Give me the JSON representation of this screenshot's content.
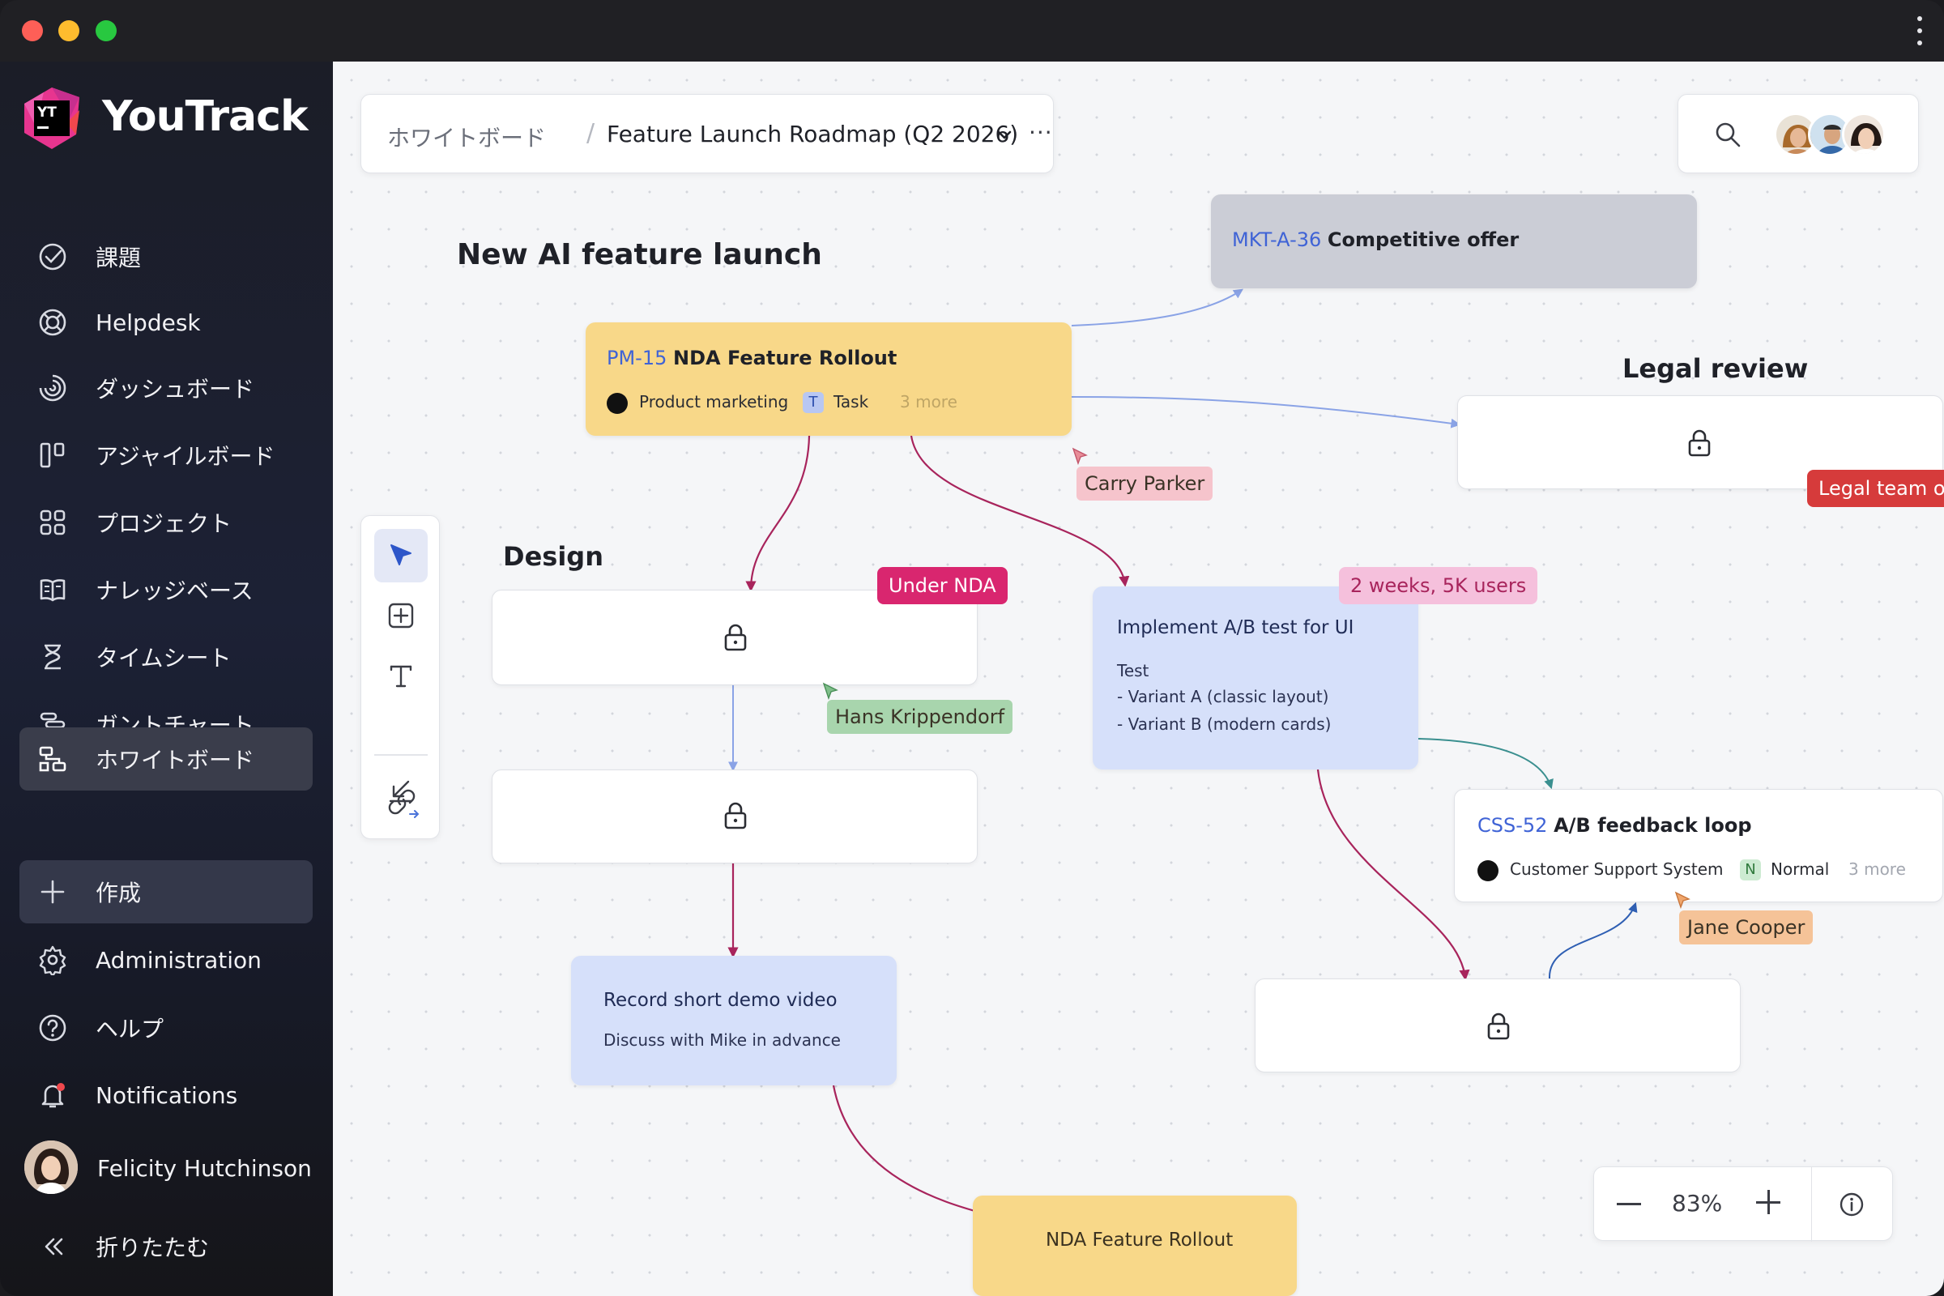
{
  "app": {
    "name": "YouTrack",
    "logo_text": "YT"
  },
  "sidebar": {
    "items": [
      {
        "label": "課題"
      },
      {
        "label": "Helpdesk"
      },
      {
        "label": "ダッシュボード"
      },
      {
        "label": "アジャイルボード"
      },
      {
        "label": "プロジェクト"
      },
      {
        "label": "ナレッジベース"
      },
      {
        "label": "タイムシート"
      },
      {
        "label": "ガントチャート"
      },
      {
        "label": "ホワイトボード"
      }
    ],
    "active_index": 8,
    "create_label": "作成",
    "administration_label": "Administration",
    "help_label": "ヘルプ",
    "notifications_label": "Notifications",
    "user_name": "Felicity Hutchinson",
    "collapse_label": "折りたたむ"
  },
  "header": {
    "breadcrumb_root": "ホワイトボード",
    "separator": "/",
    "board_title": "Feature Launch Roadmap (Q2 2026)",
    "more": "···"
  },
  "board": {
    "headings": {
      "main": "New AI feature launch",
      "design": "Design",
      "legal": "Legal review"
    },
    "cards": {
      "mkt": {
        "id": "MKT-A-36",
        "title": "Competitive offer"
      },
      "pm": {
        "id": "PM-15",
        "title": "NDA Feature Rollout",
        "project": "Product marketing",
        "type_letter": "T",
        "type": "Task",
        "more": "3 more"
      },
      "ab": {
        "title": "Implement A/B test for UI",
        "line1": "Test",
        "line2": "- Variant A (classic layout)",
        "line3": "- Variant B (modern cards)"
      },
      "css": {
        "id": "CSS-52",
        "title": "A/B feedback loop",
        "project": "Customer Support System",
        "priority_letter": "N",
        "priority": "Normal",
        "more": "3 more"
      },
      "demo": {
        "title": "Record short demo video",
        "note": "Discuss with Mike in advance"
      },
      "nda": {
        "title": "NDA Feature Rollout"
      }
    },
    "tags": {
      "under_nda": "Under NDA",
      "weeks": "2 weeks, 5K users",
      "legal_only": "Legal team only"
    },
    "cursors": {
      "carry": "Carry Parker",
      "hans": "Hans Krippendorf",
      "jane": "Jane Cooper"
    }
  },
  "zoom": {
    "value": "83%"
  },
  "colors": {
    "accent": "#3f63d6",
    "yellow_card": "#f8d889",
    "blue_card": "#d6e0fa",
    "tag_pink": "#d9266f",
    "tag_red": "#d63b3b",
    "edge_magenta": "#a8245c",
    "edge_blue": "#8aa3e6",
    "edge_teal": "#3a8f8f"
  }
}
